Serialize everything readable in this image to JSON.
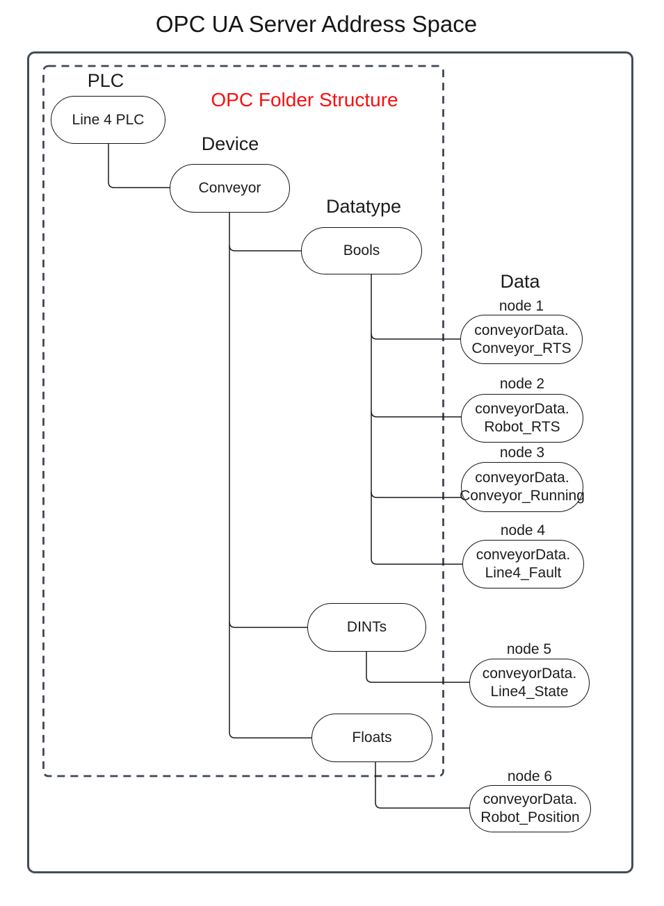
{
  "title": "OPC UA Server Address Space",
  "annotation": {
    "label": "OPC Folder Structure",
    "color_hex": "#f80f0f"
  },
  "column_labels": {
    "plc": "PLC",
    "device": "Device",
    "datatype": "Datatype",
    "data": "Data"
  },
  "tree": {
    "plc_node": "Line 4 PLC",
    "device_node": "Conveyor",
    "datatype_nodes": {
      "bools": "Bools",
      "dints": "DINTs",
      "floats": "Floats"
    }
  },
  "data_nodes": [
    {
      "name": "node 1",
      "line1": "conveyorData.",
      "line2": "Conveyor_RTS",
      "parent": "Bools"
    },
    {
      "name": "node 2",
      "line1": "conveyorData.",
      "line2": "Robot_RTS",
      "parent": "Bools"
    },
    {
      "name": "node 3",
      "line1": "conveyorData.",
      "line2": "Conveyor_Running",
      "parent": "Bools"
    },
    {
      "name": "node 4",
      "line1": "conveyorData.",
      "line2": "Line4_Fault",
      "parent": "Bools"
    },
    {
      "name": "node 5",
      "line1": "conveyorData.",
      "line2": "Line4_State",
      "parent": "DINTs"
    },
    {
      "name": "node 6",
      "line1": "conveyorData.",
      "line2": "Robot_Position",
      "parent": "Floats"
    }
  ],
  "styles": {
    "box_border_hex": "#434b57",
    "node_border_hex": "#141414",
    "wire_hex": "#1a1a1a"
  }
}
